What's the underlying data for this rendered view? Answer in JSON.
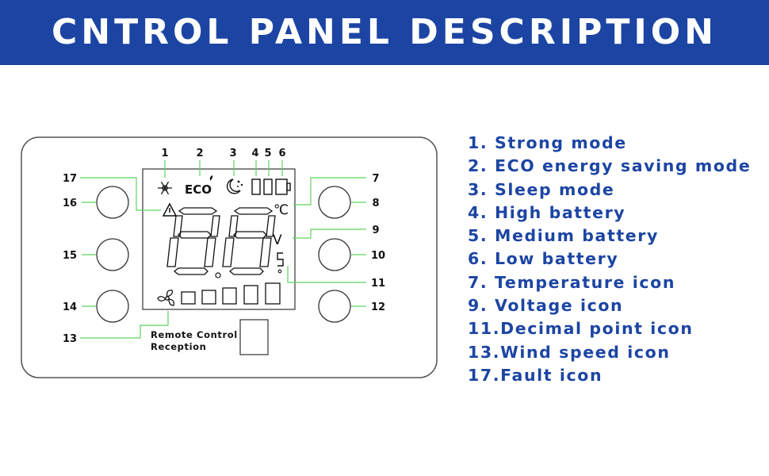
{
  "header": {
    "title": "CNTROL PANEL DESCRIPTION"
  },
  "colors": {
    "banner": "#1c45a3",
    "legend_text": "#1c45a3",
    "leader_line": "#5fd35f",
    "outline": "#555555"
  },
  "panel": {
    "remote_label_line1": "Remote Control",
    "remote_label_line2": "Reception",
    "eco_text": "ECO",
    "voltage_glyph": "V",
    "temperature_glyph": "℃",
    "callouts": [
      {
        "id": "1",
        "label": "1"
      },
      {
        "id": "2",
        "label": "2"
      },
      {
        "id": "3",
        "label": "3"
      },
      {
        "id": "4",
        "label": "4"
      },
      {
        "id": "5",
        "label": "5"
      },
      {
        "id": "6",
        "label": "6"
      },
      {
        "id": "7",
        "label": "7"
      },
      {
        "id": "8",
        "label": "8"
      },
      {
        "id": "9",
        "label": "9"
      },
      {
        "id": "10",
        "label": "10"
      },
      {
        "id": "11",
        "label": "11"
      },
      {
        "id": "12",
        "label": "12"
      },
      {
        "id": "13",
        "label": "13"
      },
      {
        "id": "14",
        "label": "14"
      },
      {
        "id": "15",
        "label": "15"
      },
      {
        "id": "16",
        "label": "16"
      },
      {
        "id": "17",
        "label": "17"
      }
    ],
    "icons": [
      "snowflake-icon",
      "eco-icon",
      "moon-star-icon",
      "battery-bar-icon",
      "battery-bar-icon",
      "battery-low-icon",
      "celsius-icon",
      "voltage-icon",
      "decimal-point-icon",
      "fan-icon",
      "warning-icon",
      "speed-bar-icon"
    ]
  },
  "legend": [
    "1. Strong mode",
    "2. ECO energy saving mode",
    "3. Sleep mode",
    "4. High battery",
    "5. Medium battery",
    "6. Low battery",
    "7. Temperature icon",
    "9. Voltage icon",
    "11.Decimal point icon",
    "13.Wind speed icon",
    "17.Fault icon"
  ]
}
